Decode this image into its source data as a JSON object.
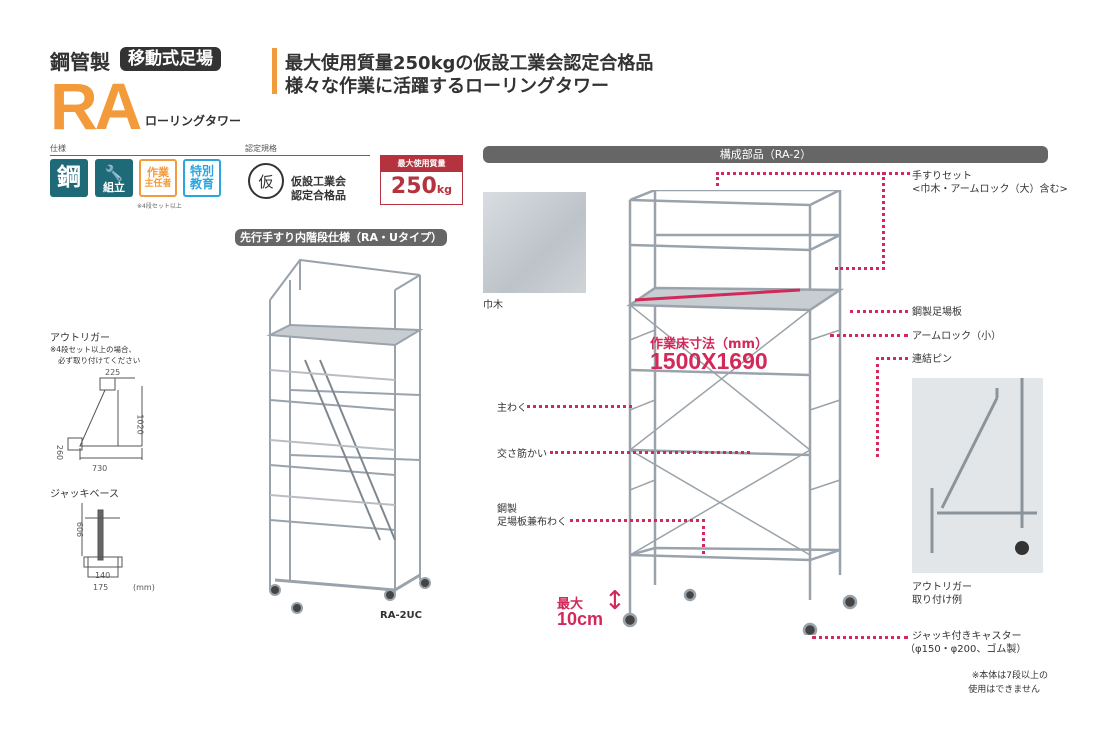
{
  "header": {
    "material": "鋼管製",
    "category_badge": "移動式足場",
    "model": "RA",
    "model_sub": "ローリングタワー",
    "headline_1": "最大使用質量250kgの仮設工業会認定合格品",
    "headline_2": "様々な作業に活躍するローリングタワー"
  },
  "spec": {
    "label": "仕様",
    "icons": [
      "鋼",
      "組立",
      "作業主任者",
      "特別教育"
    ],
    "icon_sub_assembly": "組立",
    "icon_chief_1": "作業",
    "icon_chief_2": "主任者",
    "icon_edu_1": "特別",
    "icon_edu_2": "教育",
    "note": "※4段セット以上"
  },
  "cert": {
    "label": "認定規格",
    "mark": "仮",
    "text_1": "仮設工業会",
    "text_2": "認定合格品"
  },
  "load": {
    "label": "最大使用質量",
    "value": "250",
    "unit": "kg"
  },
  "left_product": {
    "title": "先行手すり内階段仕様（RA・Uタイプ）",
    "model": "RA-2UC"
  },
  "outrigger": {
    "title": "アウトリガー",
    "note_1": "※4段セット以上の場合、",
    "note_2": "必ず取り付けてください",
    "dim_top": "225",
    "dim_height": "1020",
    "dim_foot": "260",
    "dim_width": "730"
  },
  "jack_base": {
    "title": "ジャッキベース",
    "dim_height": "606",
    "dim_inner": "140",
    "dim_outer": "175",
    "unit": "(mm)"
  },
  "parts": {
    "title": "構成部品（RA-2）",
    "toeboard": "巾木",
    "handrail_1": "手すりセット",
    "handrail_2": "<巾木・アームロック（大）含む>",
    "steel_plank": "鋼製足場板",
    "arm_lock_small": "アームロック（小）",
    "connect_pin": "連結ピン",
    "main_frame": "主わく",
    "cross_brace": "交さ筋かい",
    "plank_ledger_1": "鋼製",
    "plank_ledger_2": "足場板兼布わく",
    "floor_dim_label": "作業床寸法（mm）",
    "floor_dim_value": "1500X1690",
    "max_label": "最大",
    "max_value": "10cm",
    "outrigger_example_1": "アウトリガー",
    "outrigger_example_2": "取り付け例",
    "caster_1": "ジャッキ付きキャスター",
    "caster_2": "（φ150・φ200、ゴム製）",
    "note_1": "※本体は7段以上の",
    "note_2": "使用はできません"
  },
  "colors": {
    "orange": "#f39a3a",
    "teal": "#1f6a79",
    "blue": "#2aa6df",
    "red": "#b5323f",
    "pink": "#d2285a"
  }
}
